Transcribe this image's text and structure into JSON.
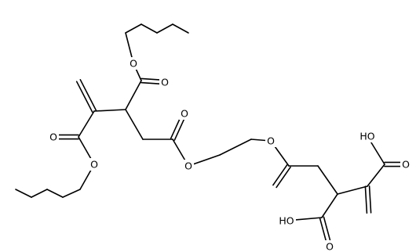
{
  "structure": {
    "atoms": {
      "o1": "O",
      "o2": "O",
      "o3": "O",
      "o4": "O",
      "o5": "O",
      "o6": "O",
      "o7": "O",
      "oh1": "HO",
      "o8": "O",
      "oh2": "HO",
      "o9": "O"
    }
  }
}
